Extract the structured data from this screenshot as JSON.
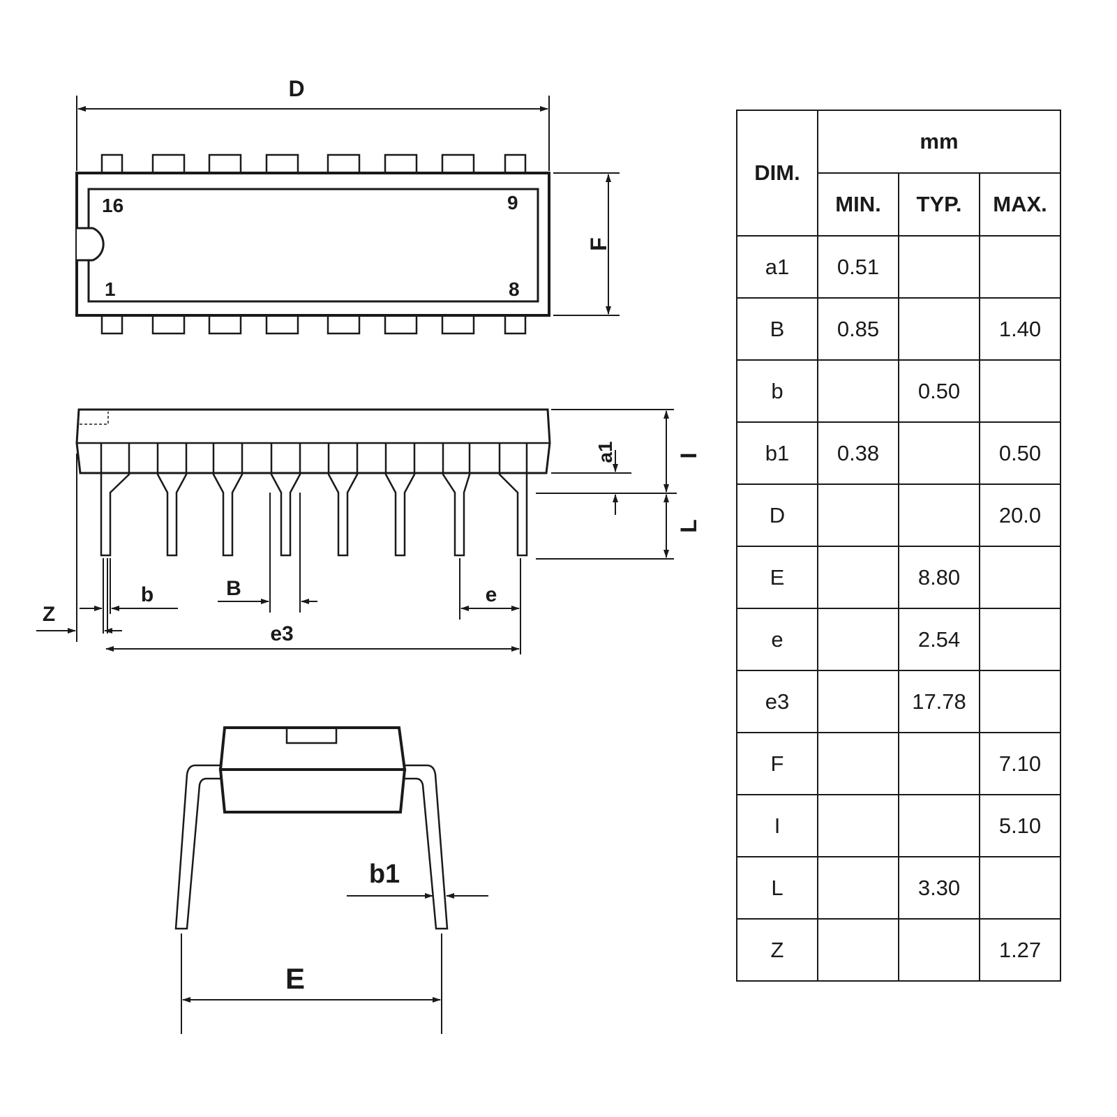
{
  "labels": {
    "D": "D",
    "F": "F",
    "pin16": "16",
    "pin9": "9",
    "pin1": "1",
    "pin8": "8",
    "a1": "a1",
    "I": "I",
    "L": "L",
    "Z": "Z",
    "b": "b",
    "B": "B",
    "e": "e",
    "e3": "e3",
    "b1": "b1",
    "E": "E"
  },
  "table": {
    "header_dim": "DIM.",
    "header_unit": "mm",
    "col_min": "MIN.",
    "col_typ": "TYP.",
    "col_max": "MAX.",
    "rows": [
      {
        "dim": "a1",
        "min": "0.51",
        "typ": "",
        "max": ""
      },
      {
        "dim": "B",
        "min": "0.85",
        "typ": "",
        "max": "1.40"
      },
      {
        "dim": "b",
        "min": "",
        "typ": "0.50",
        "max": ""
      },
      {
        "dim": "b1",
        "min": "0.38",
        "typ": "",
        "max": "0.50"
      },
      {
        "dim": "D",
        "min": "",
        "typ": "",
        "max": "20.0"
      },
      {
        "dim": "E",
        "min": "",
        "typ": "8.80",
        "max": ""
      },
      {
        "dim": "e",
        "min": "",
        "typ": "2.54",
        "max": ""
      },
      {
        "dim": "e3",
        "min": "",
        "typ": "17.78",
        "max": ""
      },
      {
        "dim": "F",
        "min": "",
        "typ": "",
        "max": "7.10"
      },
      {
        "dim": "I",
        "min": "",
        "typ": "",
        "max": "5.10"
      },
      {
        "dim": "L",
        "min": "",
        "typ": "3.30",
        "max": ""
      },
      {
        "dim": "Z",
        "min": "",
        "typ": "",
        "max": "1.27"
      }
    ]
  }
}
